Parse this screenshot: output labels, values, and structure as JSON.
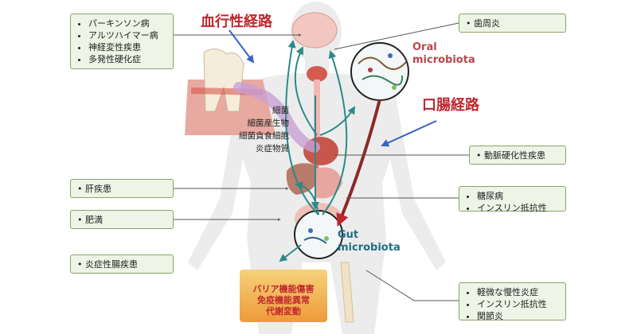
{
  "routes": {
    "blood": "血行性経路",
    "oral_gut": "口腸経路"
  },
  "microbiota": {
    "oral": [
      "Oral",
      "microbiota"
    ],
    "gut": [
      "Gut",
      "microbiota"
    ]
  },
  "substances": [
    "細菌",
    "細菌産生物",
    "細菌貪食細胞",
    "炎症物質"
  ],
  "barrier": [
    "バリア機能傷害",
    "免疫機能異常",
    "代謝変動"
  ],
  "boxes": {
    "neuro": [
      "パーキンソン病",
      "アルツハイマー病",
      "神経変性疾患",
      "多発性硬化症"
    ],
    "periodontitis": "歯周炎",
    "arterio": "動脈硬化性疾患",
    "liver": "肝疾患",
    "diabetes": [
      "糖尿病",
      "インスリン抵抗性"
    ],
    "obesity": "肥満",
    "ibd": "炎症性腸疾患",
    "chronic": [
      "軽微な慢性炎症",
      "インスリン抵抗性",
      "関節炎"
    ]
  },
  "colors": {
    "route_red": "#c0272d",
    "oral_text": "#b7474e",
    "gut_text": "#1f6f86",
    "box_fill": "#eef4e6",
    "box_border": "#8aa567",
    "arrow_teal": "#2c8a8a",
    "arrow_blue": "#3a63c4"
  }
}
